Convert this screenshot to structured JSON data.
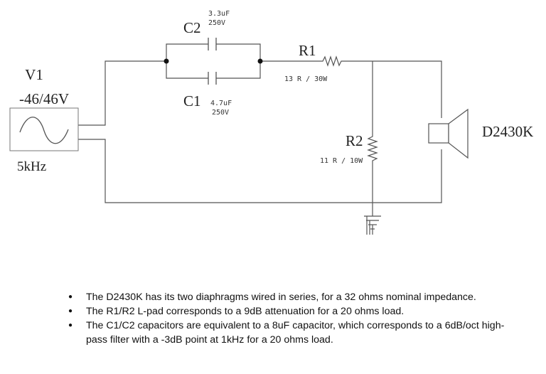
{
  "source": {
    "name": "V1",
    "voltage": "-46/46V",
    "frequency": "5kHz",
    "icon": "sine-wave-icon"
  },
  "components": {
    "c2": {
      "name": "C2",
      "value": "3.3uF",
      "rating": "250V"
    },
    "c1": {
      "name": "C1",
      "value": "4.7uF",
      "rating": "250V"
    },
    "r1": {
      "name": "R1",
      "value": "13 R / 30W"
    },
    "r2": {
      "name": "R2",
      "value": "11 R / 10W"
    },
    "speaker": {
      "name": "D2430K",
      "icon": "loudspeaker-icon"
    },
    "ground": {
      "icon": "ground-icon"
    }
  },
  "notes": [
    "The D2430K has its two diaphragms wired in series, for a 32 ohms nominal impedance.",
    "The R1/R2 L-pad corresponds to a 9dB attenuation for a 20 ohms load.",
    "The C1/C2 capacitors are equivalent to a 8uF capacitor, which corresponds to a 6dB/oct high-pass filter with a -3dB point at 1kHz for a 20 ohms load."
  ]
}
